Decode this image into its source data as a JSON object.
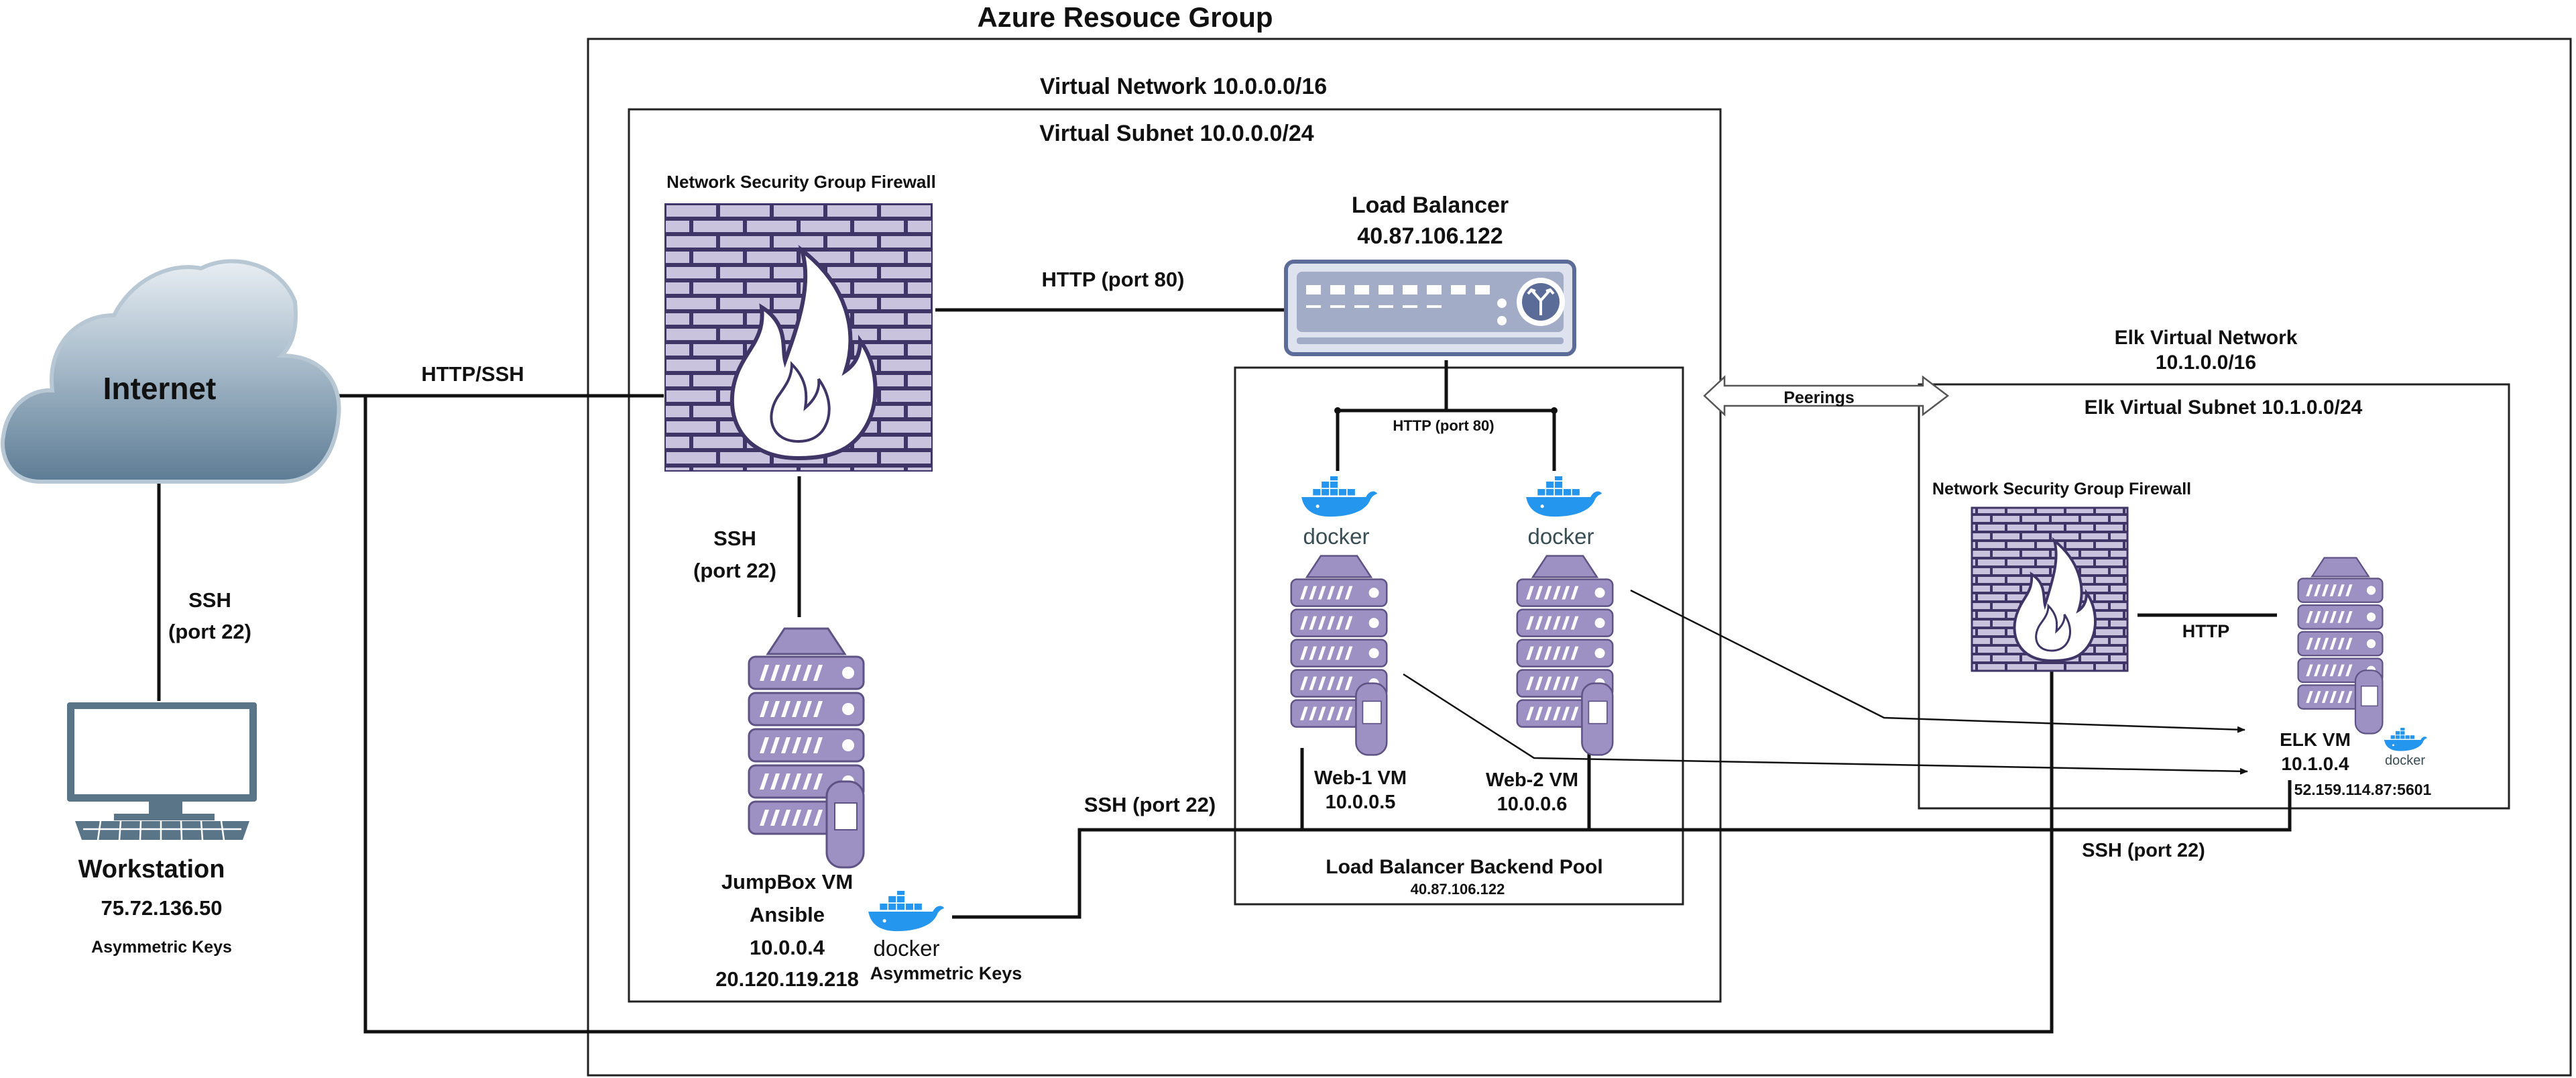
{
  "groups": {
    "resource_group": "Azure Resouce Group",
    "vnet": "Virtual Network 10.0.0.0/16",
    "subnet": "Virtual Subnet 10.0.0.0/24",
    "backend_pool": "Load Balancer Backend Pool",
    "backend_pool_ip": "40.87.106.122",
    "elk_vnet_line1": "Elk Virtual Network",
    "elk_vnet_line2": "10.1.0.0/16",
    "elk_subnet": "Elk Virtual Subnet 10.1.0.0/24"
  },
  "nodes": {
    "internet": "Internet",
    "workstation": {
      "name": "Workstation",
      "ip": "75.72.136.50",
      "keys": "Asymmetric Keys"
    },
    "nsg": "Network Security Group Firewall",
    "elk_nsg": "Network Security Group Firewall",
    "load_balancer": {
      "name": "Load Balancer",
      "ip": "40.87.106.122"
    },
    "jumpbox": {
      "name": "JumpBox VM",
      "role": "Ansible",
      "private_ip": "10.0.0.4",
      "public_ip": "20.120.119.218",
      "keys": "Asymmetric Keys"
    },
    "web1": {
      "name": "Web-1 VM",
      "ip": "10.0.0.5"
    },
    "web2": {
      "name": "Web-2 VM",
      "ip": "10.0.0.6"
    },
    "elk": {
      "name": "ELK VM",
      "ip": "10.1.0.4",
      "public": "52.159.114.87:5601"
    },
    "docker_text": "docker"
  },
  "edges": {
    "http_ssh": "HTTP/SSH",
    "ssh_ws_1": "SSH",
    "ssh_ws_2": "(port 22)",
    "http80": "HTTP (port 80)",
    "http80_pool": "HTTP (port 80)",
    "ssh_jb_1": "SSH",
    "ssh_jb_2": "(port 22)",
    "ssh_pool": "SSH (port 22)",
    "ssh_elk": "SSH (port 22)",
    "peerings": "Peerings",
    "http_elk": "HTTP"
  },
  "colors": {
    "lavender": "#8B7FB0",
    "lavender_light": "#C9C3DE",
    "lavender_dark": "#4A3F72",
    "cloud_top": "#DCE6EE",
    "cloud_bottom": "#5D7C95",
    "monitor": "#5A7488",
    "docker_blue": "#2496ED",
    "lb_fill": "#DDE2EE",
    "lb_stroke": "#5C6C99"
  }
}
